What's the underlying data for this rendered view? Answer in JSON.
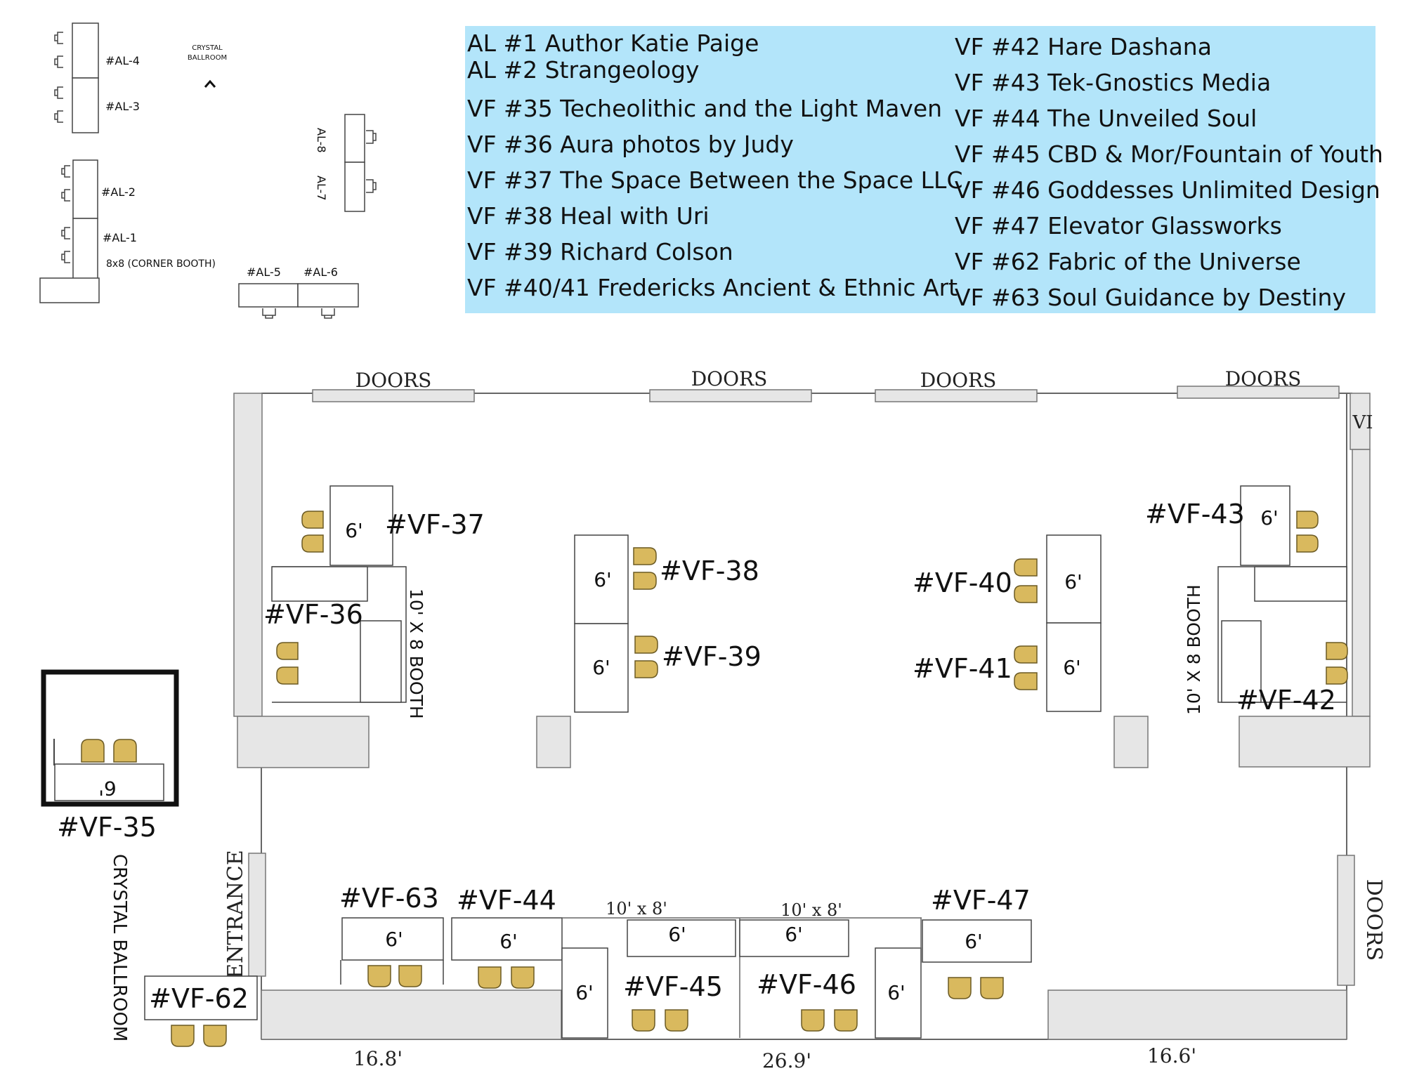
{
  "legend": {
    "left": [
      "AL #1 Author Katie Paige",
      "AL #2 Strangeology",
      "VF #35 Techeolithic and the Light Maven",
      "VF #36 Aura photos by Judy",
      "VF #37 The Space Between the Space LLC",
      "VF #38 Heal with Uri",
      "VF #39 Richard Colson",
      "VF #40/41 Fredericks Ancient & Ethnic Art"
    ],
    "right": [
      "VF #42 Hare Dashana",
      "VF #43 Tek-Gnostics Media",
      "VF #44 The Unveiled Soul",
      "VF #45 CBD & Mor/Fountain of Youth",
      "VF #46 Goddesses Unlimited Design",
      "VF #47 Elevator Glassworks",
      "VF #62 Fabric of the Universe",
      "VF #63 Soul Guidance by Destiny"
    ]
  },
  "alcove": {
    "crystal_ballroom": "CRYSTAL BALLROOM",
    "arrow": "^",
    "al4": "#AL-4",
    "al3": "#AL-3",
    "al2": "#AL-2",
    "al1": "#AL-1",
    "corner_booth": "8x8 (CORNER BOOTH)",
    "al8": "AL-8",
    "al7": "AL-7",
    "al5": "#AL-5",
    "al6": "#AL-6"
  },
  "room": {
    "doors": "DOORS",
    "doors_right_partial": "VI",
    "entrance": "ENTRANCE",
    "crystal_ballroom": "CRYSTAL BALLROOM",
    "booth_left": "10' X 8 BOOTH",
    "booth_right": "10' X 8 BOOTH",
    "six_ft": "6'",
    "ten_by_eight": "10' x 8'",
    "dims": [
      "16.8'",
      "26.9'",
      "16.6'"
    ]
  },
  "booths": {
    "vf35": "#VF-35",
    "vf35_table": "6'",
    "vf36": "#VF-36",
    "vf37": "#VF-37",
    "vf38": "#VF-38",
    "vf39": "#VF-39",
    "vf40": "#VF-40",
    "vf41": "#VF-41",
    "vf42": "#VF-42",
    "vf43": "#VF-43",
    "vf44": "#VF-44",
    "vf45": "#VF-45",
    "vf46": "#VF-46",
    "vf47": "#VF-47",
    "vf62": "#VF-62",
    "vf63": "#VF-63"
  },
  "colors": {
    "legend_bg": "#b3e5fa",
    "chair": "#d9b95e",
    "wall": "#e3e3e3"
  }
}
